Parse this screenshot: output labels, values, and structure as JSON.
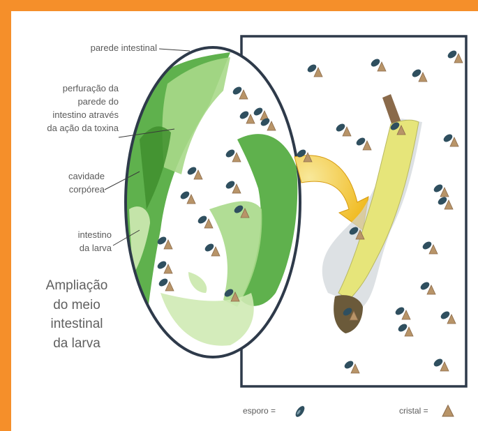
{
  "labels": {
    "gut_wall": "parede intestinal",
    "perforation": [
      "perfuração da",
      "parede do",
      "intestino através",
      "da ação da toxina"
    ],
    "body_cavity": [
      "cavidade",
      "corpórea"
    ],
    "larva_gut": [
      "intestino",
      "da larva"
    ],
    "magnification": [
      "Ampliação",
      "do meio",
      "intestinal",
      "da larva"
    ]
  },
  "legend": {
    "spore": "esporo =",
    "crystal": "cristal ="
  },
  "colors": {
    "border": "#f58f2a",
    "outline": "#2e3a4a",
    "tissue_dark": "#4ea83a",
    "tissue_light": "#a9d98a",
    "larva": "#e6e57a",
    "arrow": "#f2c21a",
    "spore": "#2f4f5f",
    "crystal": "#b89468"
  }
}
